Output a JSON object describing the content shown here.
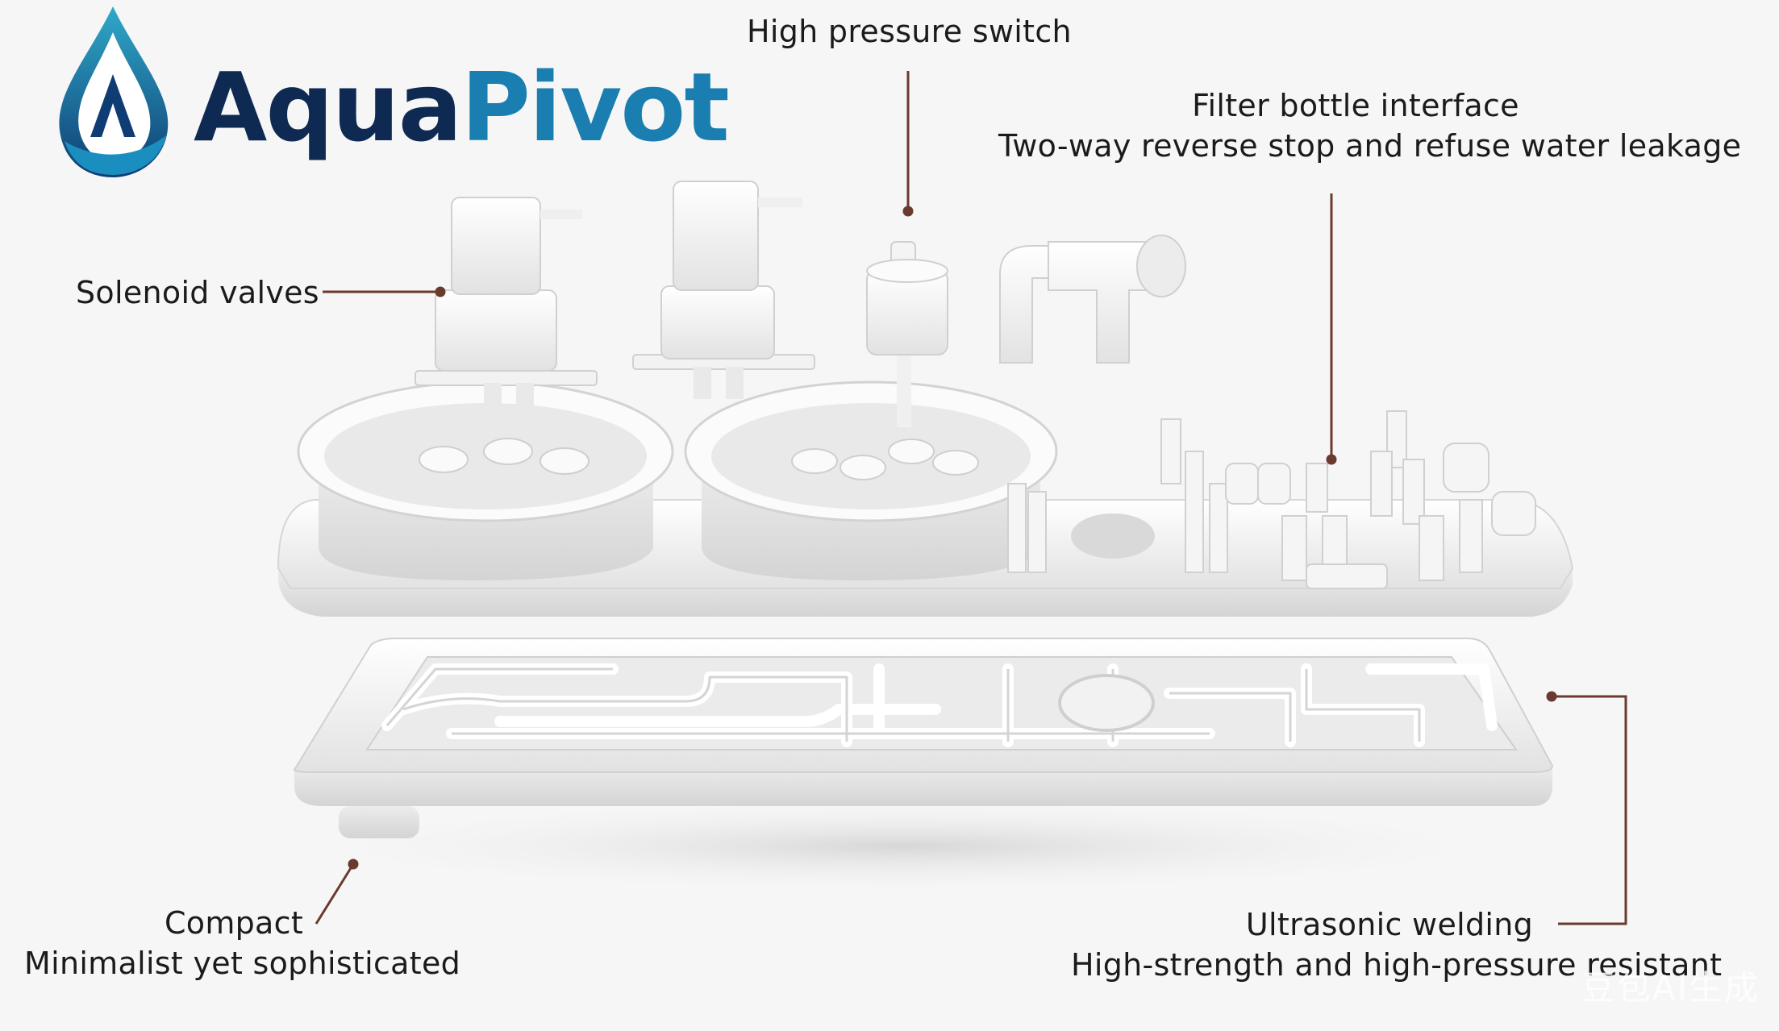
{
  "brand": {
    "name_part1": "Aqua",
    "name_part2": "Pivot",
    "colors": {
      "dark": "#0f2a52",
      "accent": "#1a7fb0"
    }
  },
  "callouts": {
    "high_pressure_switch": "High pressure switch",
    "filter_interface_line1": "Filter bottle interface",
    "filter_interface_line2": "Two-way reverse stop and refuse water leakage",
    "solenoid_valves": "Solenoid valves",
    "compact_line1": "Compact",
    "compact_line2": "Minimalist yet sophisticated",
    "welding_line1": "Ultrasonic welding",
    "welding_line2": "High-strength and high-pressure resistant"
  },
  "leader_color": "#6b3a2e",
  "watermark": "豆包AI生成"
}
